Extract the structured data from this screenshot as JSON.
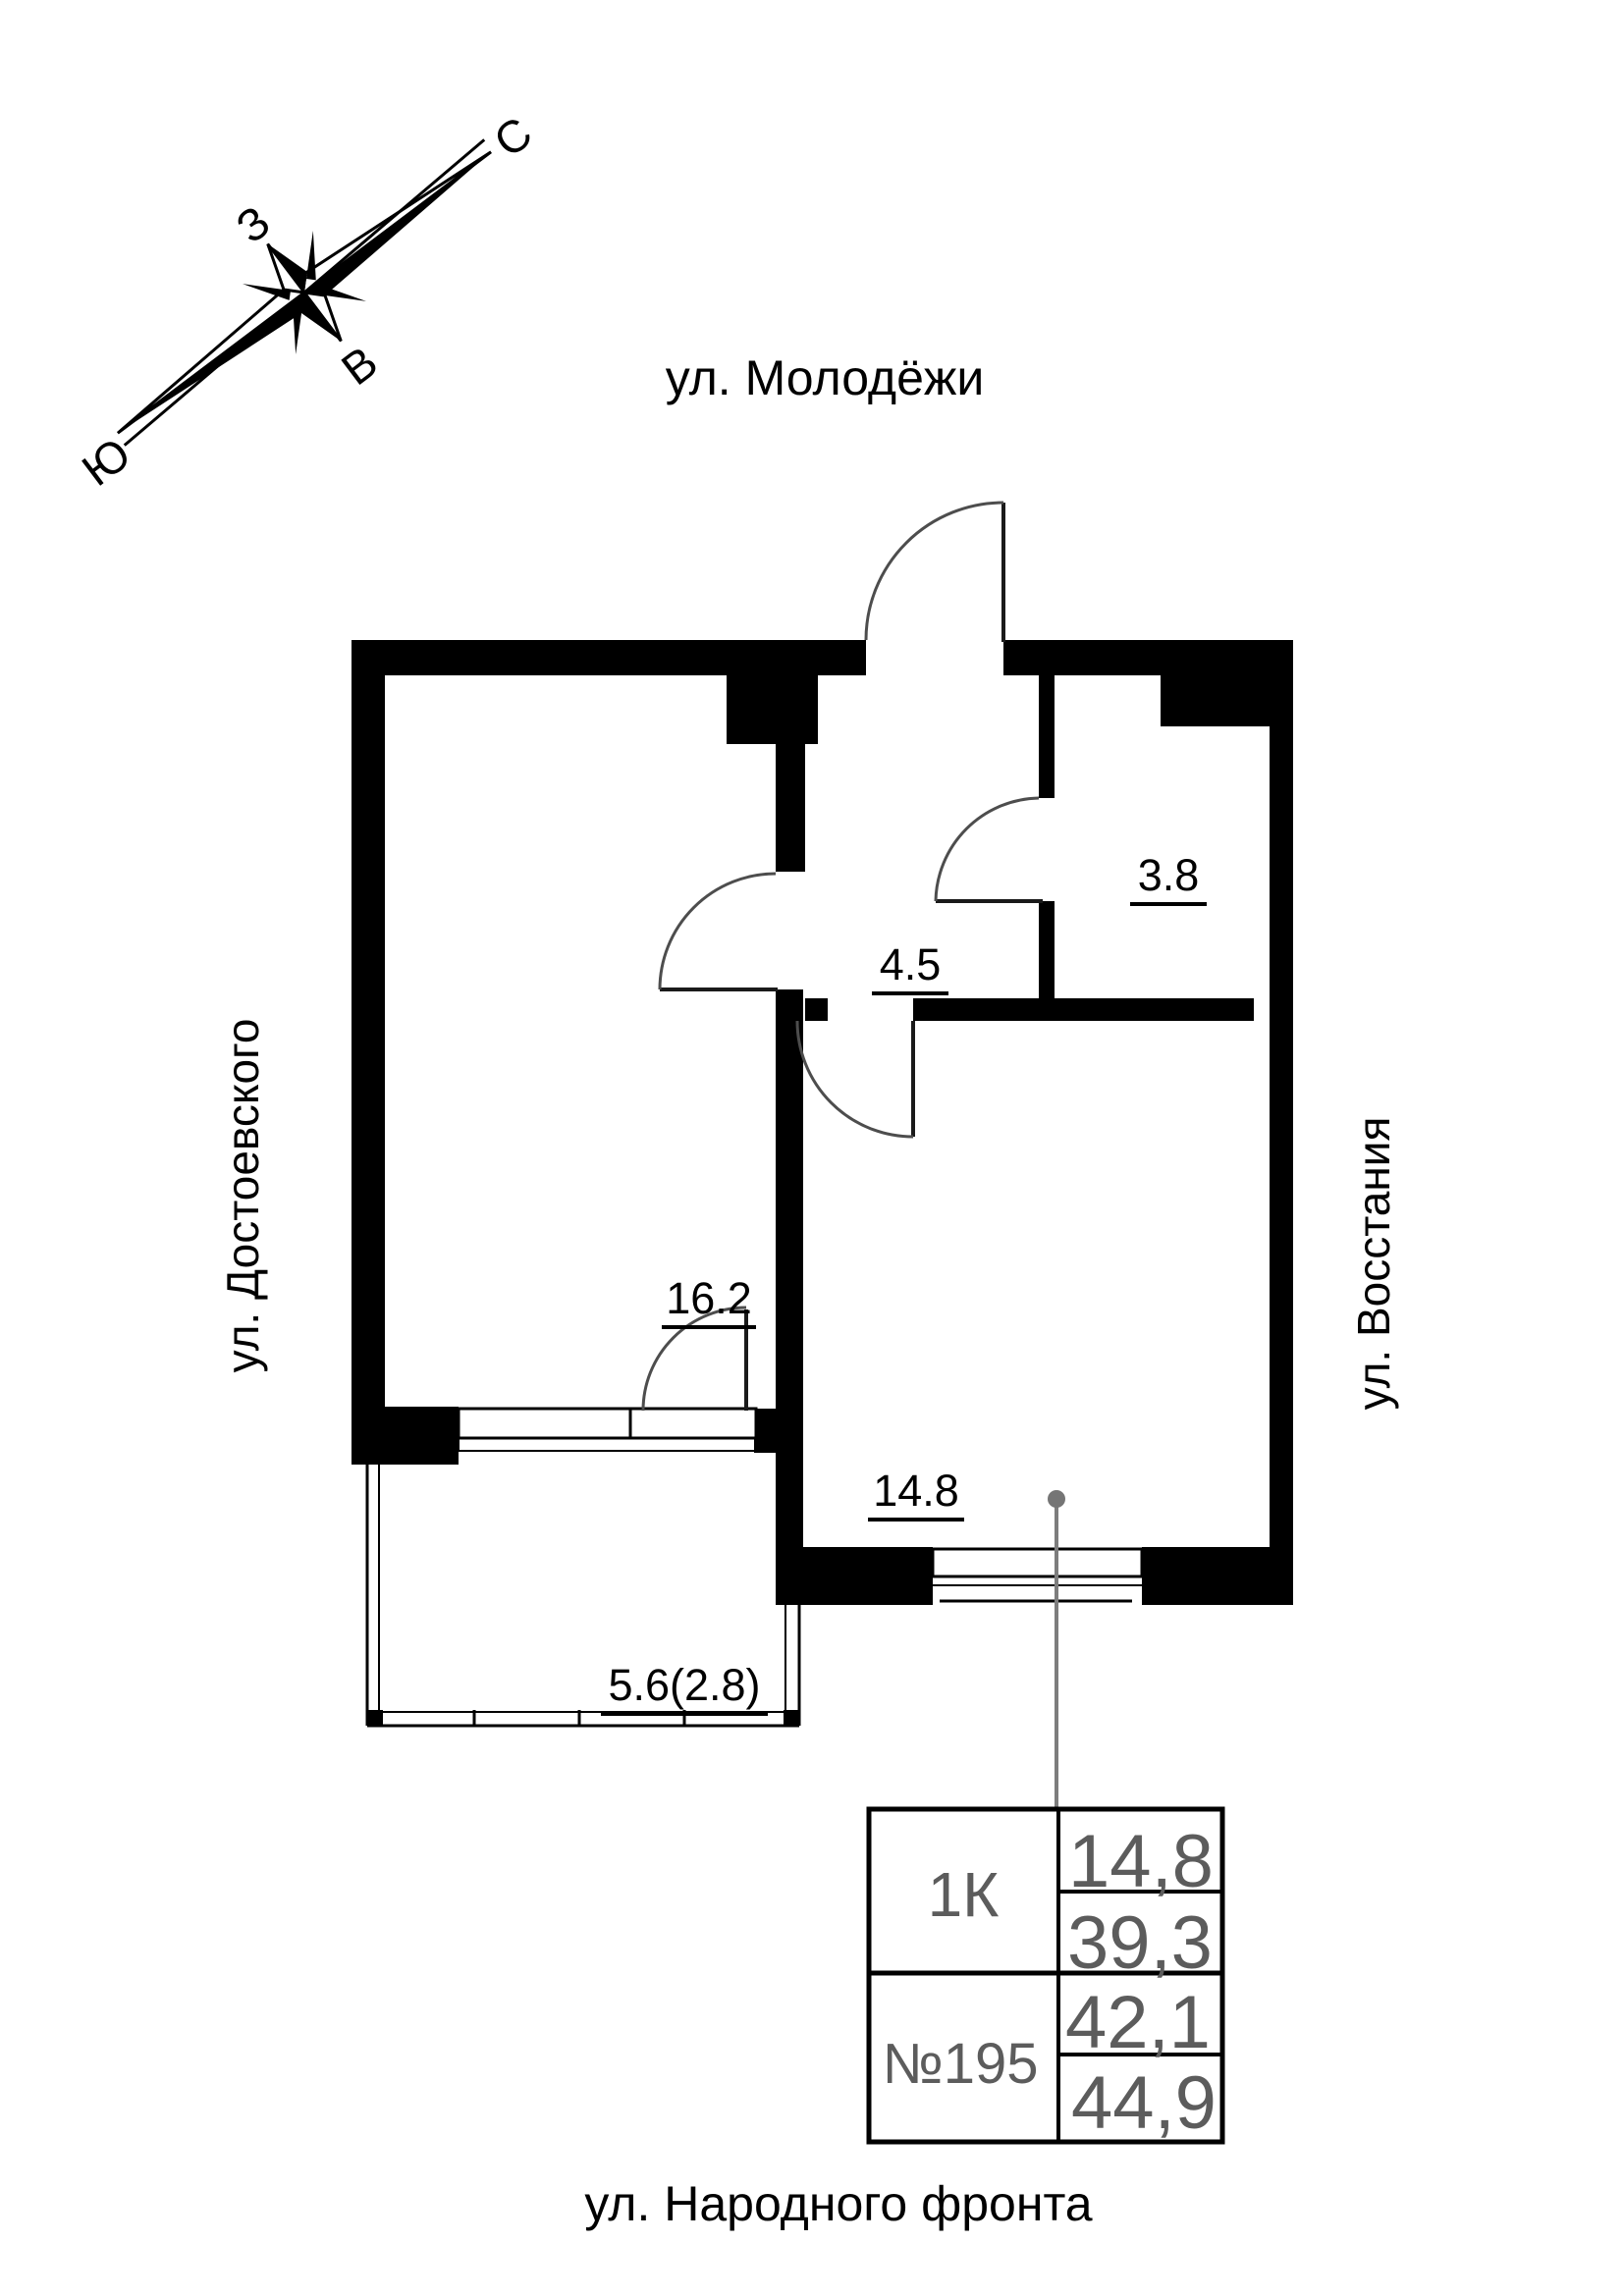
{
  "compass": {
    "north": "С",
    "south": "Ю",
    "west": "З",
    "east": "В"
  },
  "streets": {
    "top": "ул. Молодёжи",
    "left": "ул. Достоевского",
    "right": "ул. Восстания",
    "bottom": "ул. Народного фронта"
  },
  "rooms": {
    "bathroom": {
      "area": "3.8"
    },
    "hallway": {
      "area": "4.5"
    },
    "kitchen": {
      "area": "16.2"
    },
    "living_room": {
      "area": "14.8"
    },
    "balcony": {
      "area": "5.6(2.8)"
    }
  },
  "info_table": {
    "apartment_type": "1К",
    "apartment_number": "№195",
    "values": [
      "14,8",
      "39,3",
      "42,1",
      "44,9"
    ]
  },
  "colors": {
    "walls": "#000000",
    "background": "#ffffff",
    "table_text": "#5c5c5c",
    "door_arc": "#4d4d4d",
    "leader_line": "#7d7d7d"
  }
}
